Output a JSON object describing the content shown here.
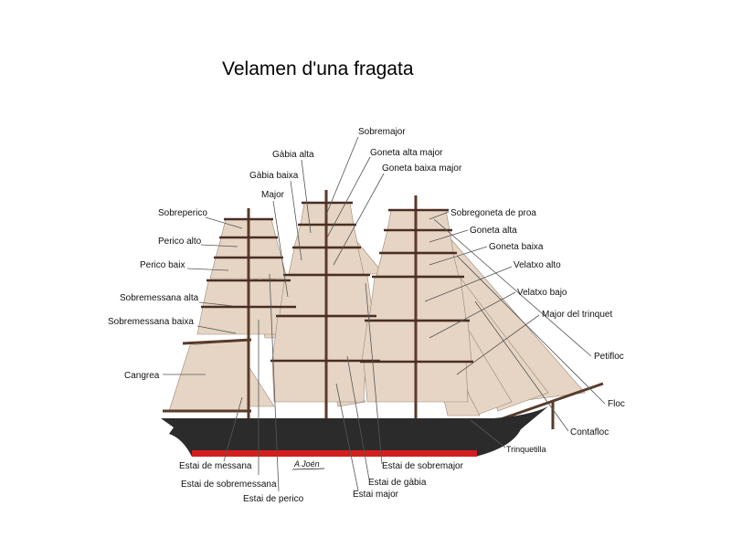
{
  "title": "Velamen d'una fragata",
  "signature": "A Joén",
  "colors": {
    "sail": "#e6d5c4",
    "hull": "#2b2b2b",
    "waterline": "#d41e1e",
    "wood": "#5a3a2a"
  },
  "labels": {
    "sobremajor": "Sobremajor",
    "gabia_alta": "Gàbia alta",
    "goneta_alta_major": "Goneta alta major",
    "goneta_baixa_major": "Goneta baixa major",
    "gabia_baixa": "Gàbia baixa",
    "major": "Major",
    "sobreperico": "Sobreperico",
    "sobregoneta_de_proa": "Sobregoneta de proa",
    "perico_alto": "Perico alto",
    "goneta_alta": "Goneta alta",
    "goneta_baixa": "Goneta baixa",
    "perico_baix": "Perico baix",
    "velatxo_alto": "Velatxo alto",
    "sobremessana_alta": "Sobremessana alta",
    "velatxo_bajo": "Velatxo bajo",
    "major_del_trinquet": "Major del trinquet",
    "sobremessana_baixa": "Sobremessana baixa",
    "cangrea": "Cangrea",
    "petifloc": "Petifloc",
    "floc": "Floc",
    "contafloc": "Contafloc",
    "trinquetilla": "Trinquetilla",
    "estai_de_messana": "Estai de messana",
    "estai_de_sobremessana": "Estai de sobremessana",
    "estai_de_perico": "Estai de perico",
    "estai_de_sobremajor": "Estai de sobremajor",
    "estai_de_gabia": "Estai de gàbia",
    "estai_major": "Estai major"
  }
}
